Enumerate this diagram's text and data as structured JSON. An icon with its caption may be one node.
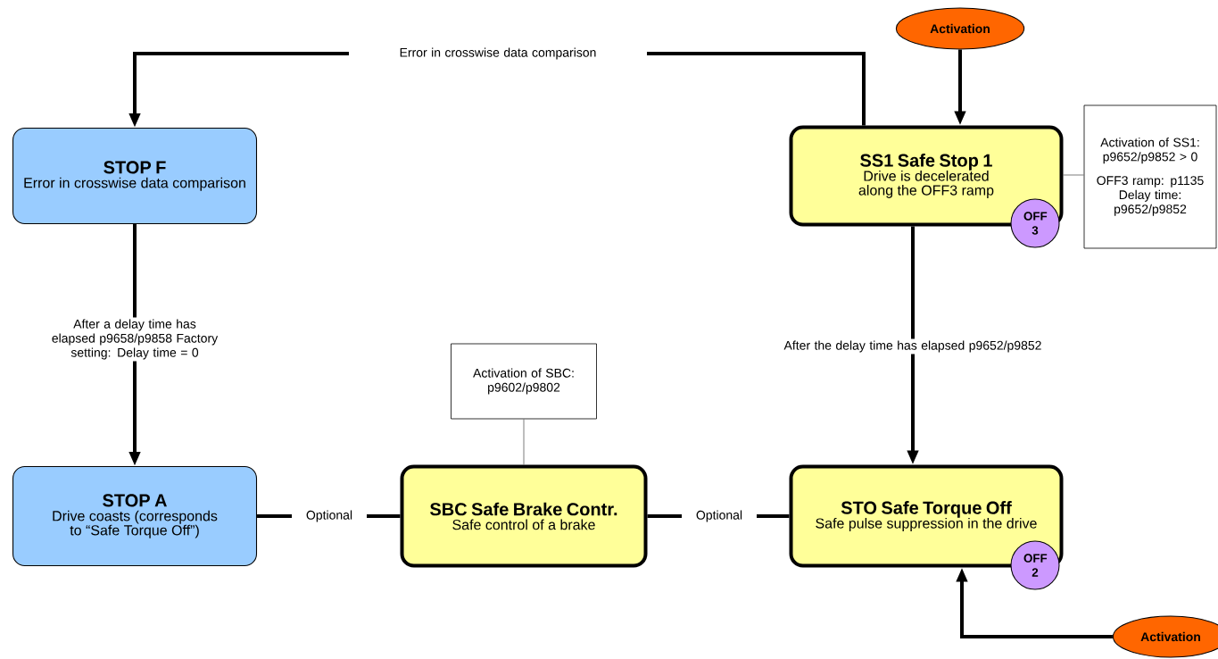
{
  "diagram": {
    "nodes": [
      {
        "text": [
          "STOP F",
          "Error in crosswise data comparison"
        ]
      },
      {
        "text": [
          "Activation"
        ]
      },
      {
        "text": [
          "SS1 Safe Stop 1",
          "Drive is decelerated along the OFF3 ramp"
        ]
      },
      {
        "text": [
          "OFF 3"
        ]
      },
      {
        "text": [
          "Activation of SS1: p9652/p9852 > 0",
          "OFF3 ramp: p1135 Delay time: p9652/p9852"
        ]
      },
      {
        "text": [
          "Activation of SBC: p9602/p9802"
        ]
      },
      {
        "text": [
          "STOP A",
          "Drive coasts (corresponds to “Safe Torque Off”)"
        ]
      },
      {
        "text": [
          "SBC Safe Brake Contr.",
          "Safe control of a brake"
        ]
      },
      {
        "text": [
          "STO Safe Torque Off",
          "Safe pulse suppression in the drive"
        ]
      },
      {
        "text": [
          "OFF 2"
        ]
      },
      {
        "text": [
          "Activation"
        ]
      }
    ],
    "edges": [
      {
        "from": 2,
        "to": 0,
        "arrow": "to",
        "label": "Error in crosswise data comparison"
      },
      {
        "from": 1,
        "to": 2,
        "arrow": "to"
      },
      {
        "from": 2,
        "to": 4,
        "arrow": "none"
      },
      {
        "from": 0,
        "to": 6,
        "arrow": "to",
        "label": "After a delay time has elapsed p9658/p9858 Factory setting: Delay time = 0"
      },
      {
        "from": 5,
        "to": 7,
        "arrow": "none"
      },
      {
        "from": 6,
        "to": 7,
        "arrow": "none",
        "label": "Optional"
      },
      {
        "from": 7,
        "to": 8,
        "arrow": "none",
        "label": "Optional"
      },
      {
        "from": 2,
        "to": 8,
        "arrow": "to",
        "label": "After the delay time has elapsed p9652/p9852"
      },
      {
        "from": 10,
        "to": 8,
        "arrow": "to"
      }
    ]
  }
}
